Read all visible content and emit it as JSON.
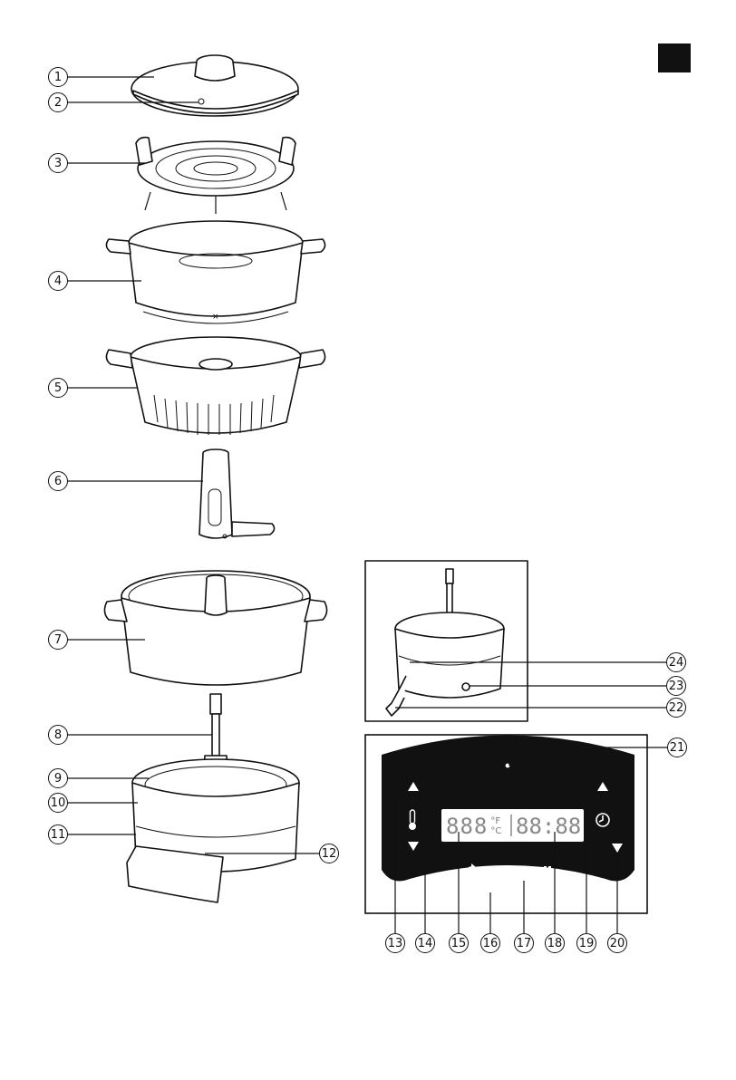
{
  "page": {
    "language_tab_color": "#111111",
    "panel_color": "#111111",
    "line_color": "#111111"
  },
  "parts": [
    {
      "num": "1",
      "name": "lid"
    },
    {
      "num": "2",
      "name": "steam-vent"
    },
    {
      "num": "3",
      "name": "steam-rack"
    },
    {
      "num": "4",
      "name": "steam-basket"
    },
    {
      "num": "5",
      "name": "strainer-basket"
    },
    {
      "num": "6",
      "name": "stirrer"
    },
    {
      "num": "7",
      "name": "inner-pot"
    },
    {
      "num": "8",
      "name": "drive-shaft"
    },
    {
      "num": "9",
      "name": "heating-plate"
    },
    {
      "num": "10",
      "name": "main-unit"
    },
    {
      "num": "11",
      "name": "housing"
    },
    {
      "num": "12",
      "name": "control-panel"
    },
    {
      "num": "13",
      "name": "temp-up-button"
    },
    {
      "num": "14",
      "name": "temp-down-button"
    },
    {
      "num": "15",
      "name": "temperature-display"
    },
    {
      "num": "16",
      "name": "stir-button"
    },
    {
      "num": "17",
      "name": "start-pause-button"
    },
    {
      "num": "18",
      "name": "time-display"
    },
    {
      "num": "19",
      "name": "time-up-button"
    },
    {
      "num": "20",
      "name": "time-down-button"
    },
    {
      "num": "21",
      "name": "indicator-light"
    },
    {
      "num": "22",
      "name": "power-cord"
    },
    {
      "num": "23",
      "name": "power-switch"
    },
    {
      "num": "24",
      "name": "cord-socket"
    }
  ],
  "display": {
    "temp_digits": "888",
    "unit_f": "°F",
    "unit_c": "°C",
    "time_digits": "88:88"
  },
  "icons": {
    "thermometer": "thermometer-icon",
    "clock": "clock-icon",
    "up_arrow": "triangle-up-icon",
    "down_arrow": "triangle-down-icon",
    "stir": "rotate-icon",
    "play_pause": "play-pause-icon"
  }
}
